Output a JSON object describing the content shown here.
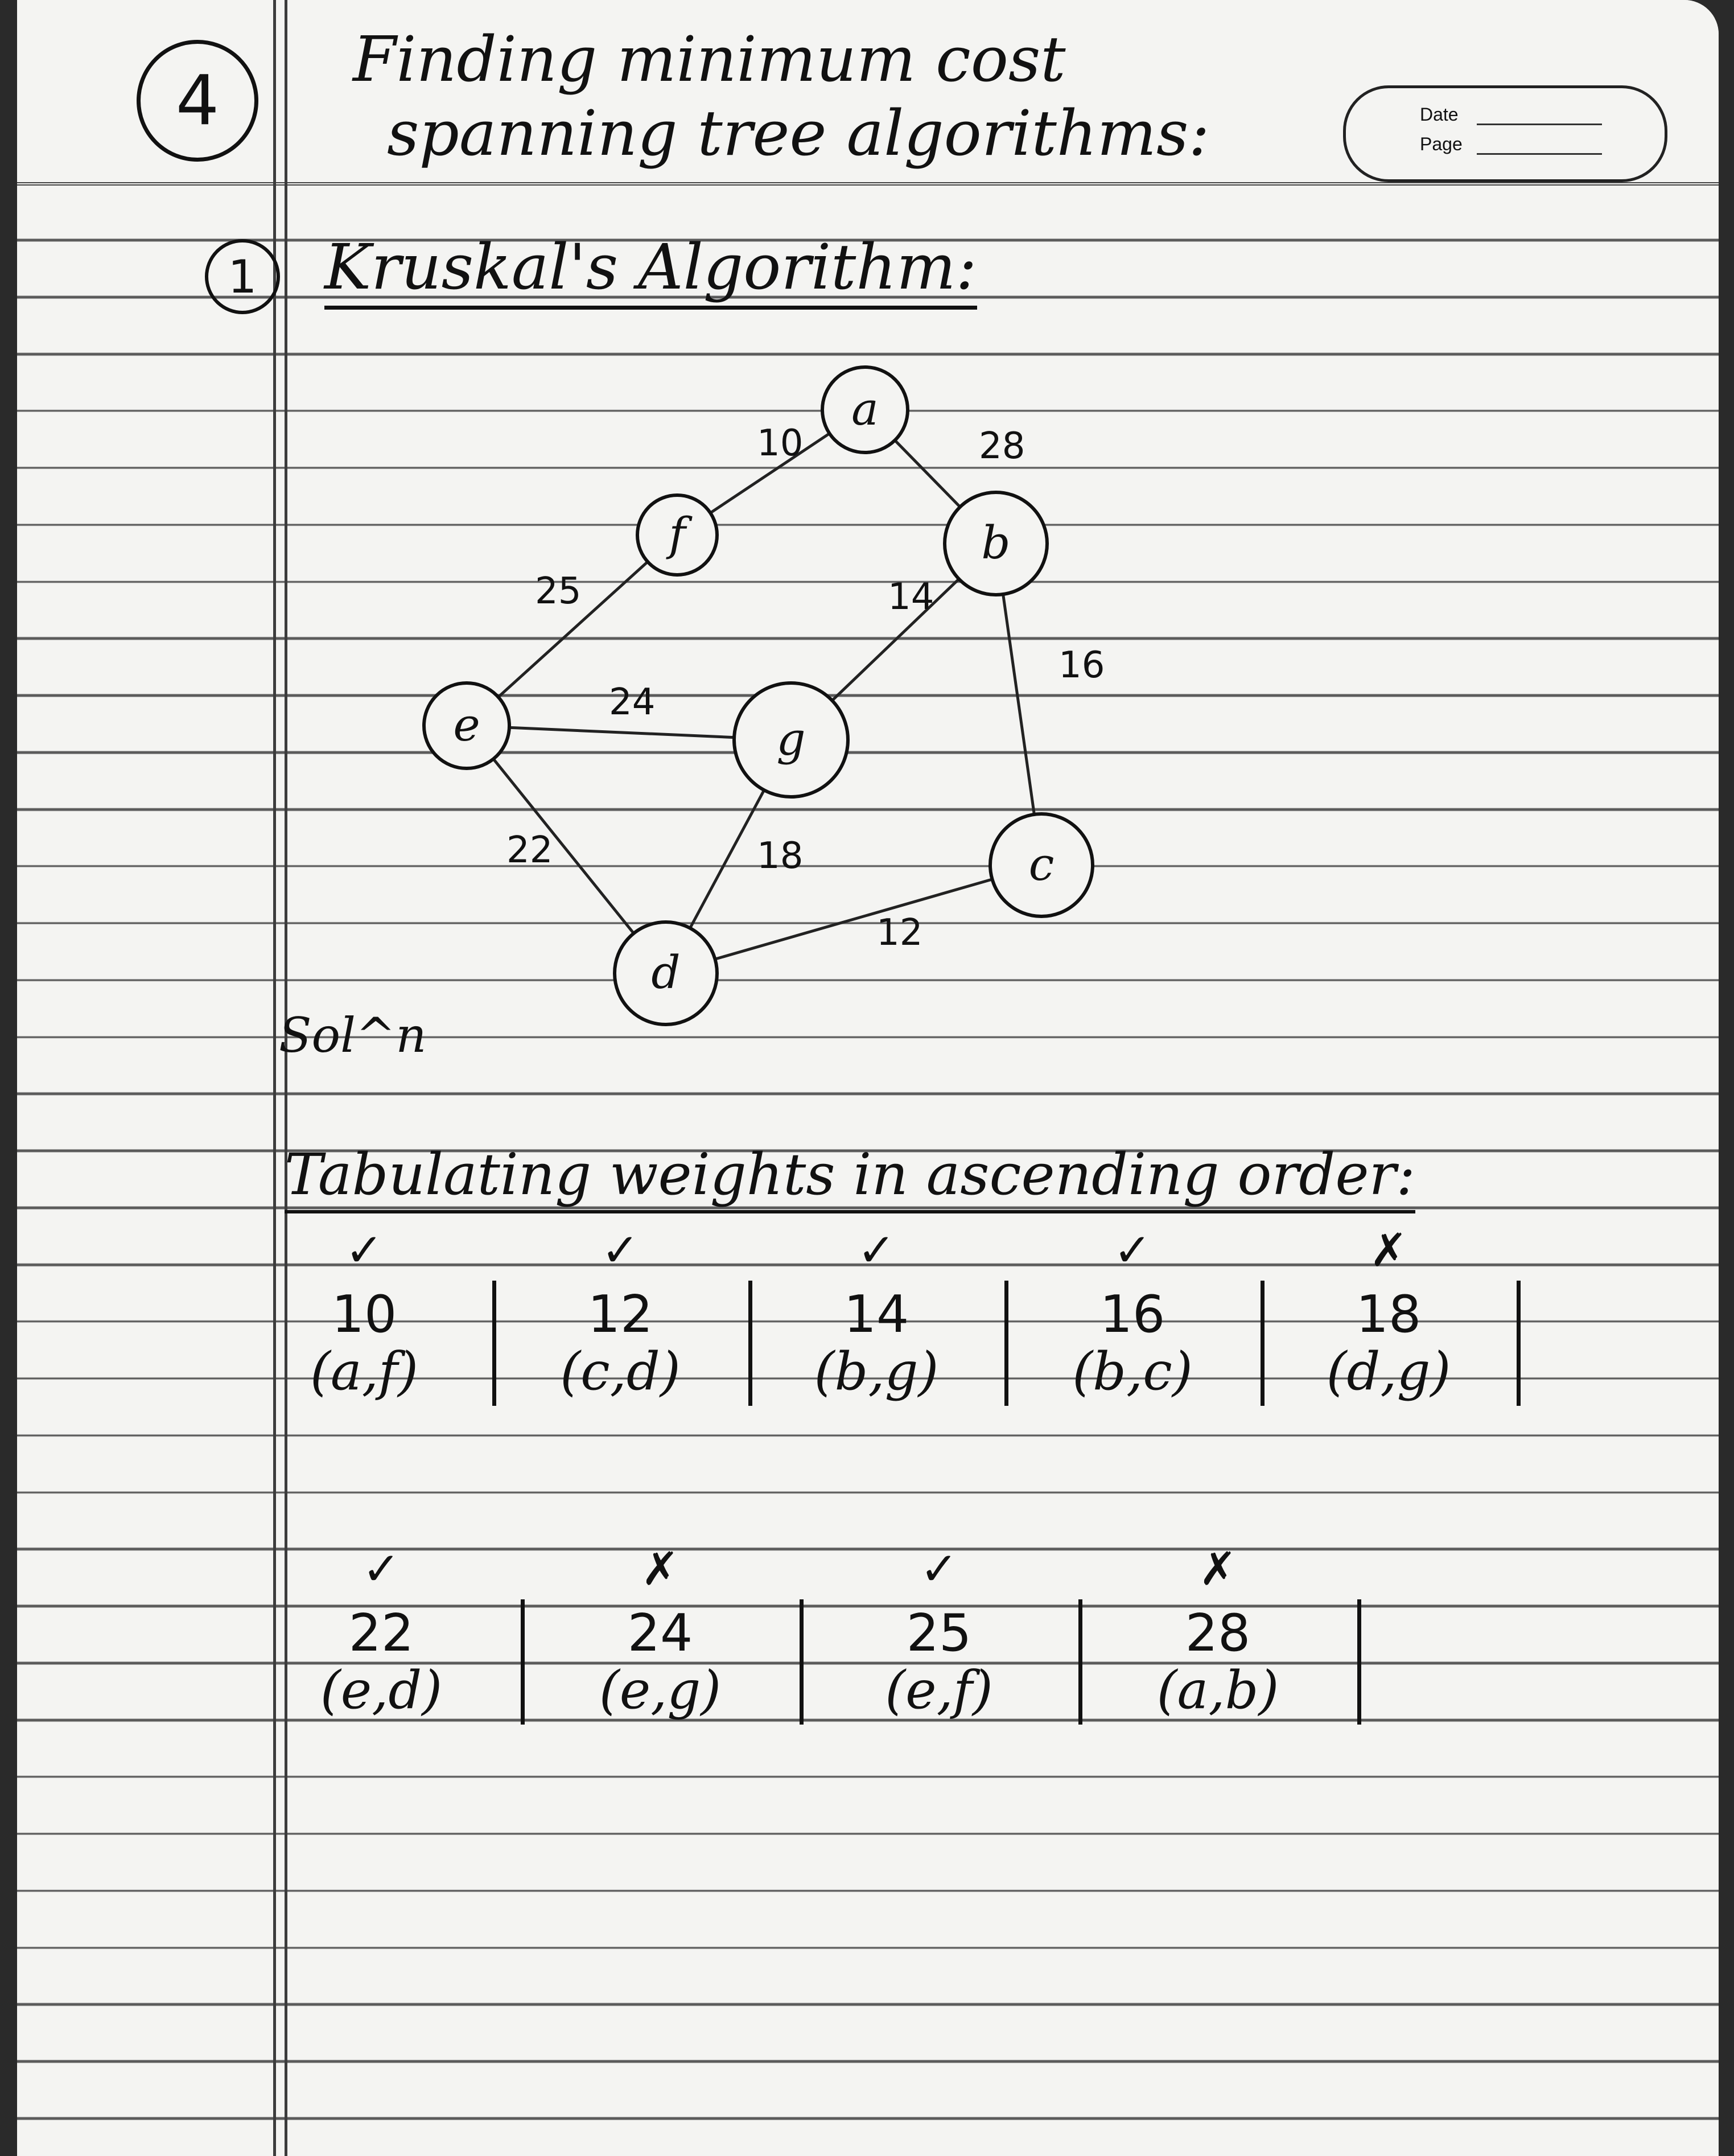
{
  "header": {
    "chapter_number": "4",
    "title_line1": "Finding minimum cost",
    "title_line2": "spanning tree algorithms:",
    "stamp_date_label": "Date",
    "stamp_page_label": "Page"
  },
  "section": {
    "number": "1",
    "title": "Kruskal's Algorithm:"
  },
  "graph": {
    "nodes": [
      {
        "id": "a",
        "label": "a"
      },
      {
        "id": "f",
        "label": "f"
      },
      {
        "id": "b",
        "label": "b"
      },
      {
        "id": "e",
        "label": "e"
      },
      {
        "id": "g",
        "label": "g"
      },
      {
        "id": "c",
        "label": "c"
      },
      {
        "id": "d",
        "label": "d"
      }
    ],
    "edges": [
      {
        "from": "a",
        "to": "f",
        "weight": "10"
      },
      {
        "from": "a",
        "to": "b",
        "weight": "28"
      },
      {
        "from": "f",
        "to": "e",
        "weight": "25"
      },
      {
        "from": "b",
        "to": "g",
        "weight": "14"
      },
      {
        "from": "b",
        "to": "c",
        "weight": "16"
      },
      {
        "from": "e",
        "to": "g",
        "weight": "24"
      },
      {
        "from": "e",
        "to": "d",
        "weight": "22"
      },
      {
        "from": "g",
        "to": "d",
        "weight": "18"
      },
      {
        "from": "d",
        "to": "c",
        "weight": "12"
      }
    ]
  },
  "solution_label": "Sol^n",
  "tabulation_heading": "Tabulating weights in ascending order:",
  "table_row1": [
    {
      "weight": "10",
      "pair": "(a,f)",
      "mark": "✓"
    },
    {
      "weight": "12",
      "pair": "(c,d)",
      "mark": "✓"
    },
    {
      "weight": "14",
      "pair": "(b,g)",
      "mark": "✓"
    },
    {
      "weight": "16",
      "pair": "(b,c)",
      "mark": "✓"
    },
    {
      "weight": "18",
      "pair": "(d,g)",
      "mark": "✗"
    }
  ],
  "table_row2": [
    {
      "weight": "22",
      "pair": "(e,d)",
      "mark": "✓"
    },
    {
      "weight": "24",
      "pair": "(e,g)",
      "mark": "✗"
    },
    {
      "weight": "25",
      "pair": "(e,f)",
      "mark": "✓"
    },
    {
      "weight": "28",
      "pair": "(a,b)",
      "mark": "✗"
    }
  ]
}
